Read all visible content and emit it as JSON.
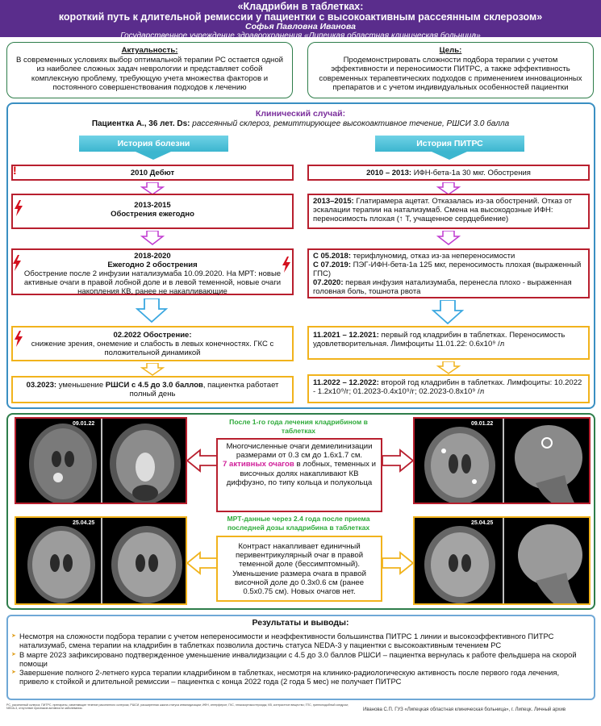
{
  "header": {
    "line1": "«Кладрибин в таблетках:",
    "line2": "короткий путь к длительной ремиссии у пациентки с высокоактивным рассеянным склерозом»",
    "author": "Софья Павловна Иванова",
    "institution": "Государственное учреждение здравоохранения «Липецкая областная клиническая больница»"
  },
  "relevance": {
    "title": "Актуальность:",
    "text": "В современных условиях выбор оптимальной терапии РС остается одной из наиболее сложных задач неврологии и представляет собой комплексную проблему, требующую учета множества факторов и постоянного совершенствования подходов к лечению"
  },
  "goal": {
    "title": "Цель:",
    "text": "Продемонстрировать сложности подбора терапии с учетом эффективности и переносимости ПИТРС, а также эффективность современных терапевтических подходов с применением инновационных препаратов и с учетом индивидуальных особенностей пациентки"
  },
  "case": {
    "title": "Клинический случай:",
    "patient_bold": "Пациентка А., 36 лет. Ds:",
    "patient_diag": " рассеянный склероз, ремиттирующее высокоактивное течение, РШСИ 3.0 балла"
  },
  "history": {
    "banner": "История болезни",
    "e1": "2010 Дебют",
    "e2_title": "2013-2015",
    "e2_text": "Обострения ежегодно",
    "e3_title": "2018-2020",
    "e3_sub": "Ежегодно 2 обострения",
    "e3_text": "Обострение после 2 инфузии натализумаба 10.09.2020. На МРТ: новые активные очаги в правой лобной доле и в левой теменной, новые очаги накопления КВ, ранее не накапливающие",
    "e4_title": "02.2022 Обострение:",
    "e4_text": "снижение зрения, онемение и слабость в левых конечностях. ГКС с положительной динамикой",
    "e5_a": "03.2023:",
    "e5_b": " уменьшение ",
    "e5_c": "РШСИ с 4.5 до 3.0 баллов",
    "e5_d": ", пациентка работает полный день"
  },
  "pitrs": {
    "banner": "История ПИТРС",
    "p1_a": "2010 – 2013:",
    "p1_b": " ИФН-бета-1а 30 мкг. Обострения",
    "p2_a": "2013–2015:",
    "p2_b": " Глатирамера ацетат. Отказалась из-за обострений. Отказ от эскалации терапии на натализумаб. Смена на высокодозные ИФН: переносимость плохая (↑ Т, учащенное сердцебиение)",
    "p3_a1": "С 05.2018:",
    "p3_b1": " терифлуномид, отказ из-за непереносимости",
    "p3_a2": "С 07.2019:",
    "p3_b2": " ПЭГ-ИФН-бета-1а 125 мкг, переносимость плохая (выраженный ГПС)",
    "p3_a3": "07.2020:",
    "p3_b3": " первая инфузия натализумаба, перенесла плохо - выраженная головная боль, тошнота рвота",
    "p4_a": "11.2021 – 12.2021:",
    "p4_b": " первый год кладрибин в таблетках. Переносимость удовлетворительная. Лимфоциты 11.01.22: 0.6х10⁹ /л",
    "p5_a": "11.2022 – 12.2022:",
    "p5_b": " второй год кладрибин в таблетках. Лимфоциты: 10.2022 - 1.2х10⁹/г;  01.2023-0.4х10⁹/г; 02.2023-0.8х10⁹ /л"
  },
  "mri": {
    "date1": "09.01.22",
    "date2": "09.01.22",
    "date3": "25.04.25",
    "date4": "25.04.25",
    "cap1": "После 1-го года лечения кладрибином в таблетках",
    "box1_a": "Многочисленные очаги демиелинизации размерами от 0.3 см до 1.6х1.7 см.",
    "box1_hl": "7 активных очагов",
    "box1_b": " в лобных, теменных и височных долях накапливают КВ диффузно, по типу кольца и полукольца",
    "cap2": "МРТ-данные через 2.4 года после приема последней дозы кладрибина в таблетках",
    "box2": "Контраст накапливает единичный перивентрикулярный очаг в правой теменной доле (бессимптомный). Уменьшение размера очага в правой височной доле до 0.3х0.6 см (ранее 0.5х0.75 см). Новых очагов нет."
  },
  "results": {
    "title": "Результаты и выводы:",
    "items": [
      "Несмотря на сложности подбора терапии с учетом непереносимости и неэффективности большинства ПИТРС 1 линии и высокоэффективного ПИТРС натализумаб, смена терапии на кладрибин в таблетках позволила достичь статуса NEDA-3 у пациентки с высокоактивным течением РС",
      "В марте 2023 зафиксировано подтвержденное уменьшение инвалидизации с 4.5 до 3.0 баллов РШСИ – пациентка вернулась к работе фельдшера на скорой помощи",
      "Завершение полного 2-летнего курса терапии кладрибином в таблетках, несмотря на клинико-радиологическую активность после первого года лечения, привело к стойкой и длительной ремиссии – пациентка с конца 2022 года (2 года 5 мес) не получает ПИТРС"
    ]
  },
  "footer": {
    "left": "РС, рассеянный склероз; ПИТРС, препараты, изменяющие течение рассеянного склероза; РШСИ, расширенная шкала статуса инвалидизации; ИФН, интерферон; ГКС, глюкокортикостероиды; КВ, контрастное вещество; ГПС, гриппоподобный синдром; NEDA-3, отсутствие признаков активности заболевания.",
    "right": "Иванова С.П. ГУЗ «Липецкая областная клиническая больница», г. Липецк. Личный архив"
  },
  "colors": {
    "header": "#5a2d8c",
    "red_border": "#b81f2e",
    "yellow_border": "#f1b31c",
    "blue_banner": "#3cb6cf",
    "green": "#2e7d4a",
    "magenta": "#d0209a"
  }
}
